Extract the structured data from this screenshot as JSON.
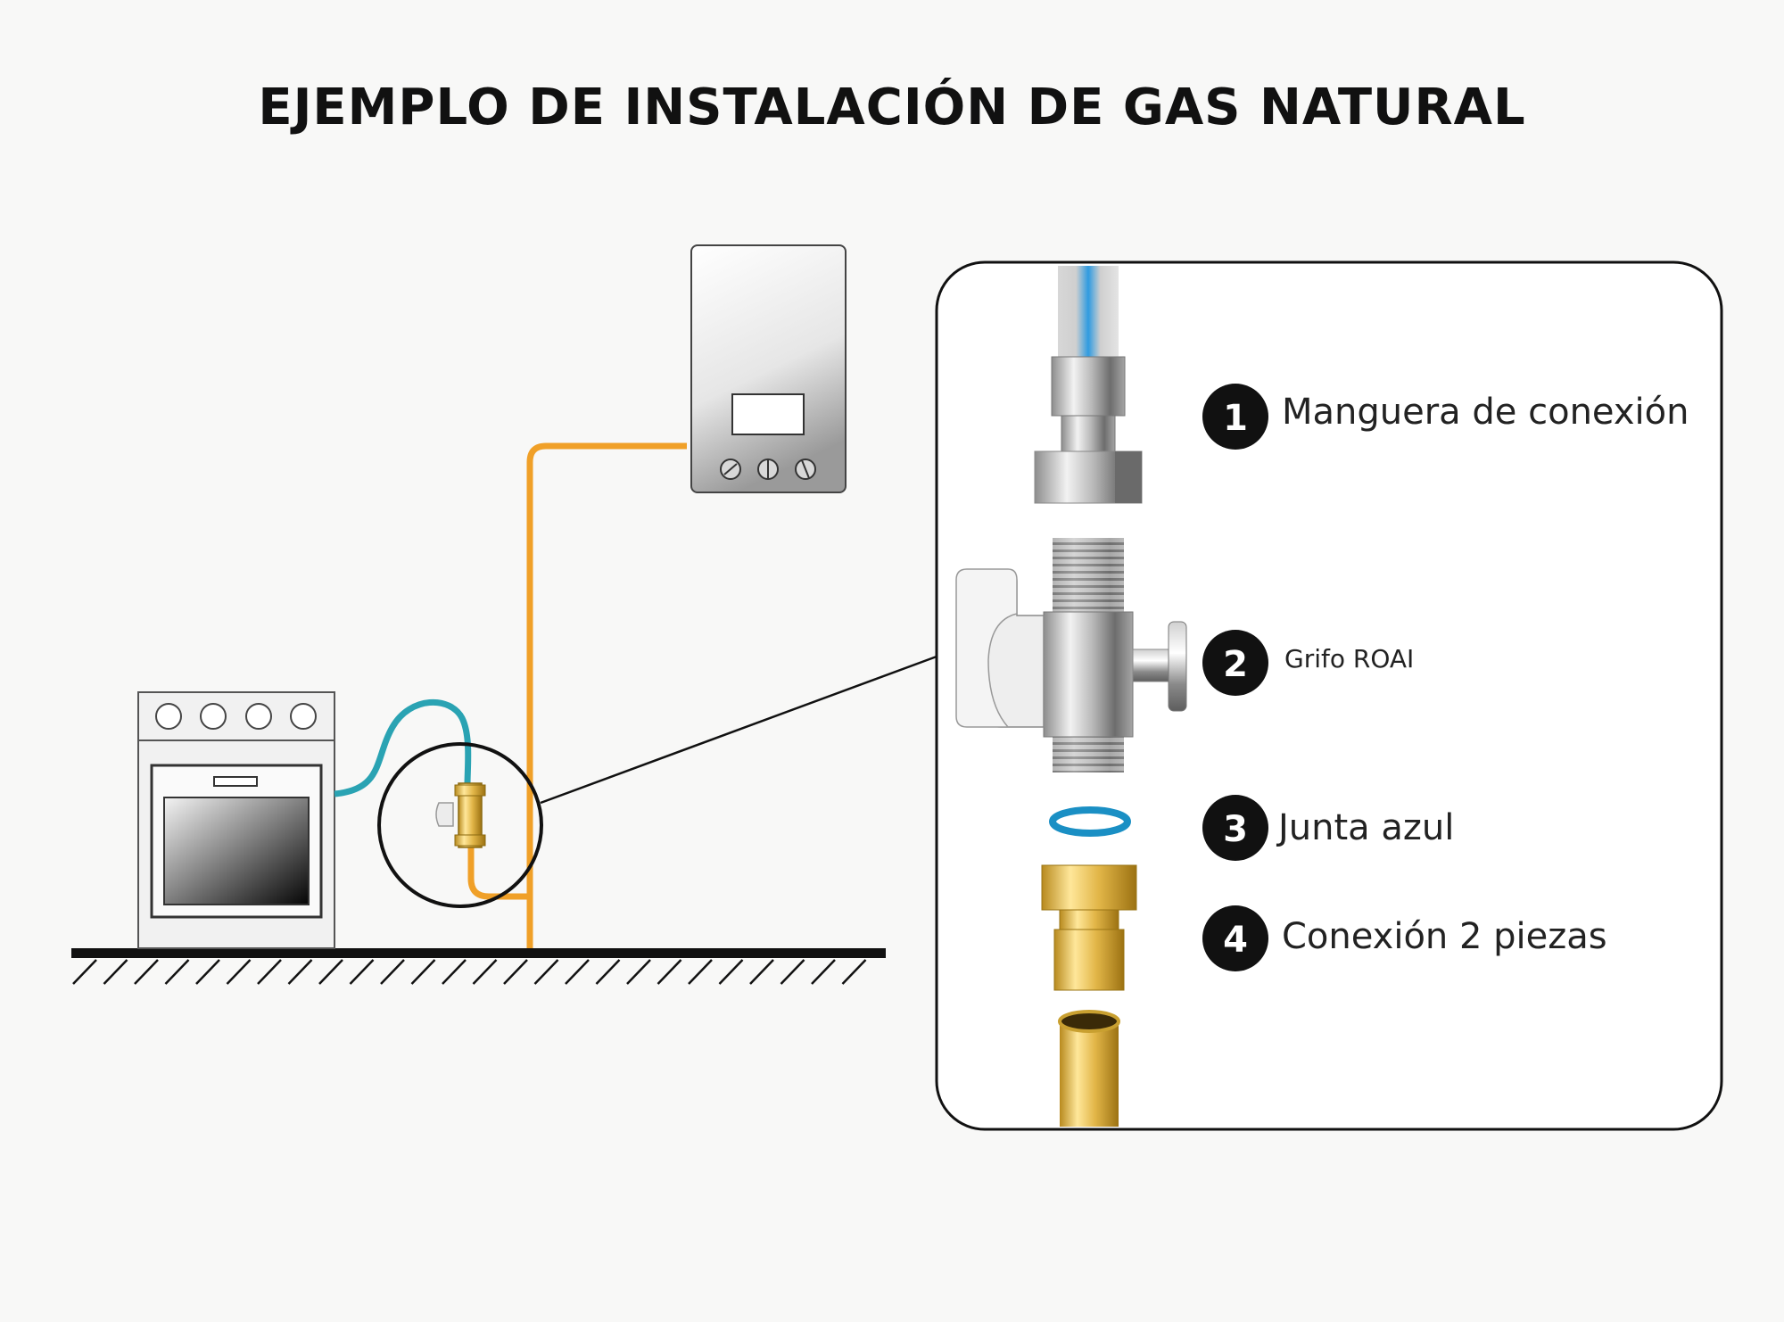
{
  "title": "EJEMPLO DE INSTALACIÓN DE GAS NATURAL",
  "parts": [
    {
      "number": "1",
      "label": "Manguera de conexión"
    },
    {
      "number": "2",
      "label": "Grifo ROAI"
    },
    {
      "number": "3",
      "label": "Junta azul"
    },
    {
      "number": "4",
      "label": "Conexión 2 piezas"
    }
  ],
  "colors": {
    "gas_pipe": "#f0a028",
    "flex_hose": "#2aa3b3",
    "brass": "#e0b440",
    "blue_gasket": "#1a8fc4",
    "badge": "#111111"
  },
  "icons": [
    "oven-icon",
    "boiler-icon",
    "valve-icon",
    "hose-icon",
    "gasket-icon",
    "brass-connector-icon",
    "copper-pipe-icon"
  ]
}
